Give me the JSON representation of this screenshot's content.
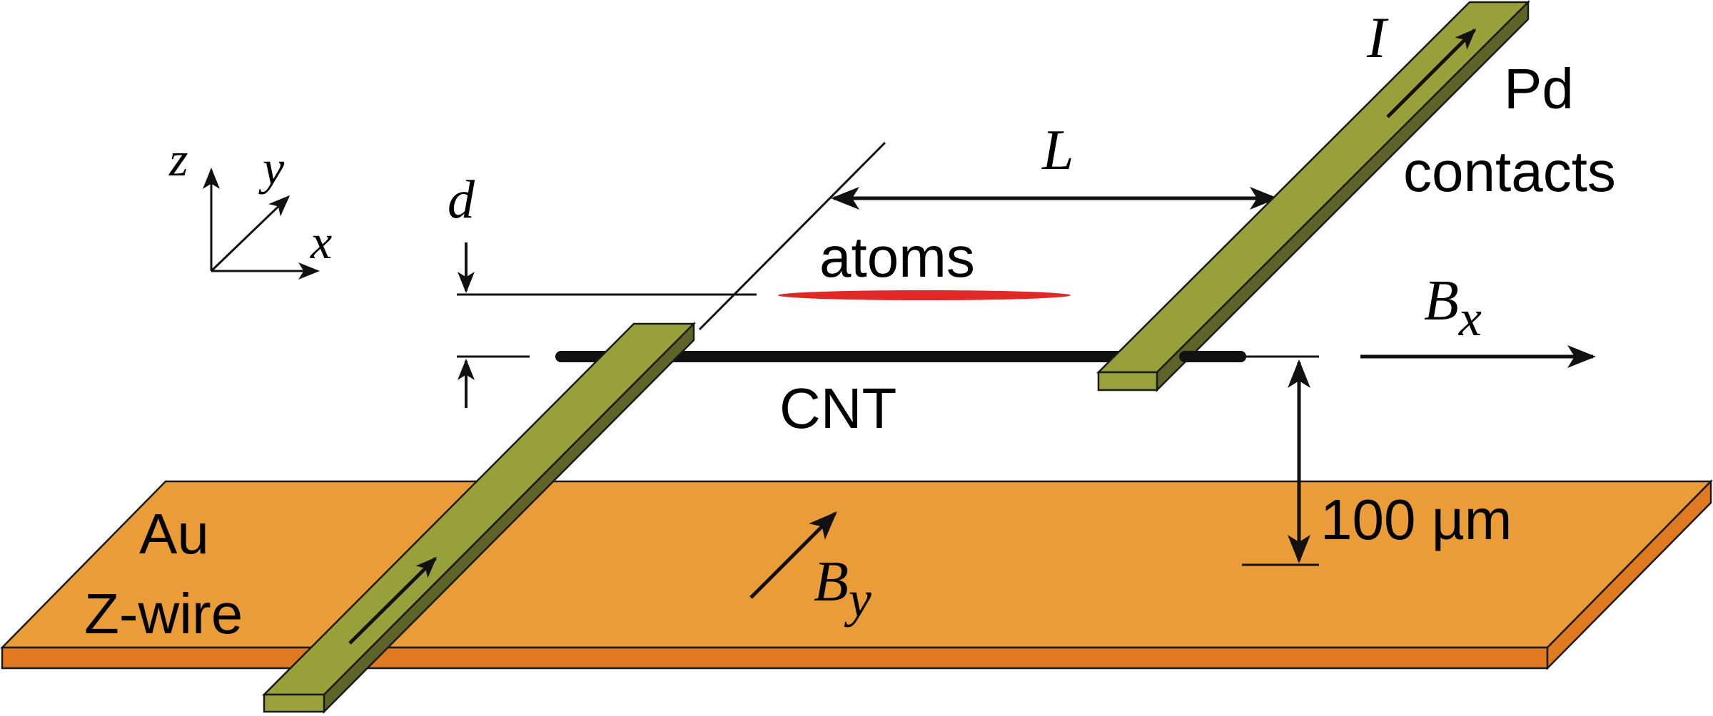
{
  "labels": {
    "axis_z": "z",
    "axis_y": "y",
    "axis_x": "x",
    "distance_d": "d",
    "length_L": "L",
    "current_I": "I",
    "atoms": "atoms",
    "cnt": "CNT",
    "pd_line1": "Pd",
    "pd_line2": "contacts",
    "bx_main": "B",
    "bx_sub": "x",
    "by_main": "B",
    "by_sub": "y",
    "height": "100 µm",
    "au_line1": "Au",
    "au_line2": "Z-wire"
  },
  "colors": {
    "gold_top": "#E99C37",
    "gold_side": "#E07A20",
    "pd_top": "#98A03A",
    "pd_side": "#5E6328",
    "pd_front": "#99A13B",
    "atom_cloud": "#E02826",
    "cnt": "#111111",
    "stroke": "#1a1a1a"
  }
}
